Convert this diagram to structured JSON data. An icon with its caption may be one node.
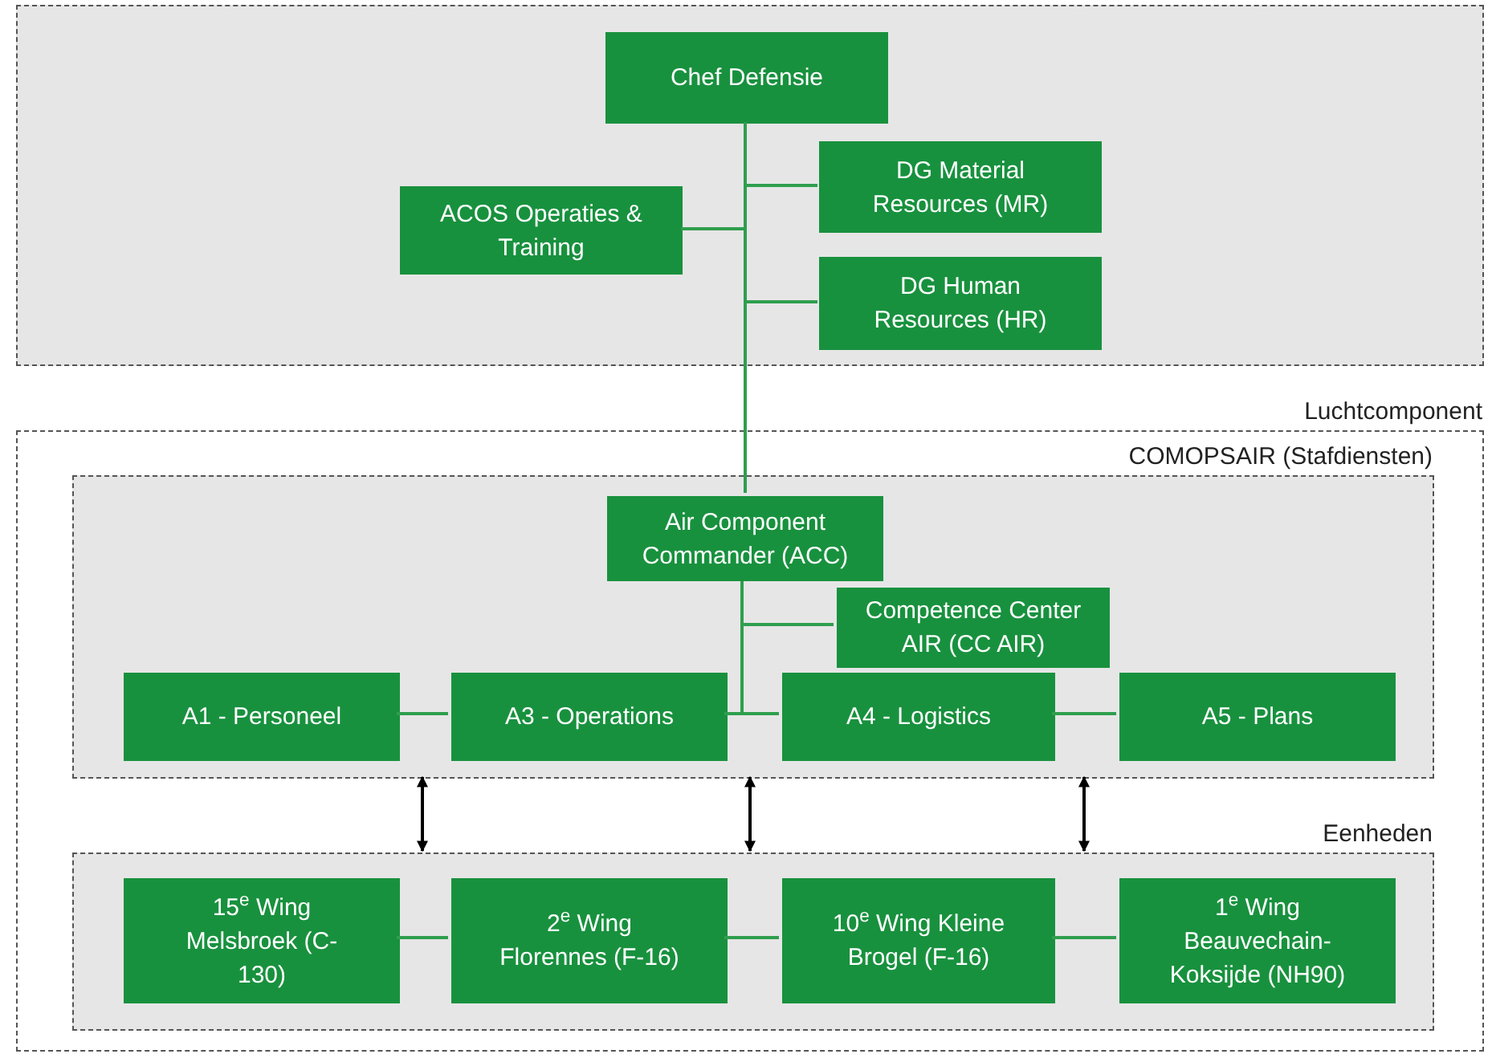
{
  "diagram": {
    "nodes": [
      {
        "text": [],
        "shape": "box"
      },
      {
        "text": [
          "Chef Defensie"
        ],
        "in": 0
      },
      {
        "text": [
          "ACOS Operaties & Training"
        ],
        "in": 0
      },
      {
        "text": [
          "DG Material Resources (MR)"
        ],
        "in": 0
      },
      {
        "text": [
          "DG Human Resources (HR)"
        ],
        "in": 0
      },
      {
        "text": [
          "Luchtcomponent"
        ]
      },
      {
        "text": [
          "COMOPSAIR (Stafdiensten)"
        ],
        "in": 5
      },
      {
        "text": [
          "Air Component Commander (ACC)"
        ],
        "in": 6
      },
      {
        "text": [
          "Competence Center AIR (CC AIR)"
        ],
        "in": 6
      },
      {
        "text": [
          "A1 - Personeel"
        ],
        "in": 6
      },
      {
        "text": [
          "A3 - Operations"
        ],
        "in": 6
      },
      {
        "text": [
          "A4 - Logistics"
        ],
        "in": 6
      },
      {
        "text": [
          "A5 - Plans"
        ],
        "in": 6
      },
      {
        "text": [
          "Eenheden"
        ],
        "in": 5
      },
      {
        "text": [
          "15$^{e}$ Wing Melsbroek (C-130)"
        ],
        "in": 13
      },
      {
        "text": [
          "2$^{e}$ Wing Florennes (F-16)"
        ],
        "in": 13
      },
      {
        "text": [
          "10$^{e}$ Wing Kleine Brogel (F-16)"
        ],
        "in": 13
      },
      {
        "text": [
          "1$^{e}$ Wing Beauvechain-Koksijde (NH90)"
        ],
        "in": 13
      }
    ],
    "edges": [
      {
        "from": 1,
        "to": 2,
        "arrow": "none"
      },
      {
        "from": 1,
        "to": 3,
        "arrow": "none"
      },
      {
        "from": 1,
        "to": 4,
        "arrow": "none"
      },
      {
        "from": 1,
        "to": 7,
        "arrow": "none"
      },
      {
        "from": 7,
        "to": 8,
        "arrow": "none"
      },
      {
        "from": 7,
        "to": 10,
        "arrow": "none"
      },
      {
        "from": 7,
        "to": 11,
        "arrow": "none"
      },
      {
        "from": 9,
        "to": 10,
        "arrow": "none"
      },
      {
        "from": 11,
        "to": 12,
        "arrow": "none"
      },
      {
        "from": 6,
        "to": 13,
        "arrow": "both",
        "color": "#000000"
      },
      {
        "from": 6,
        "to": 13,
        "arrow": "both",
        "color": "#000000"
      },
      {
        "from": 6,
        "to": 13,
        "arrow": "both",
        "color": "#000000"
      },
      {
        "from": 14,
        "to": 15,
        "arrow": "none"
      },
      {
        "from": 15,
        "to": 16,
        "arrow": "none"
      },
      {
        "from": 16,
        "to": 17,
        "arrow": "none"
      }
    ]
  }
}
